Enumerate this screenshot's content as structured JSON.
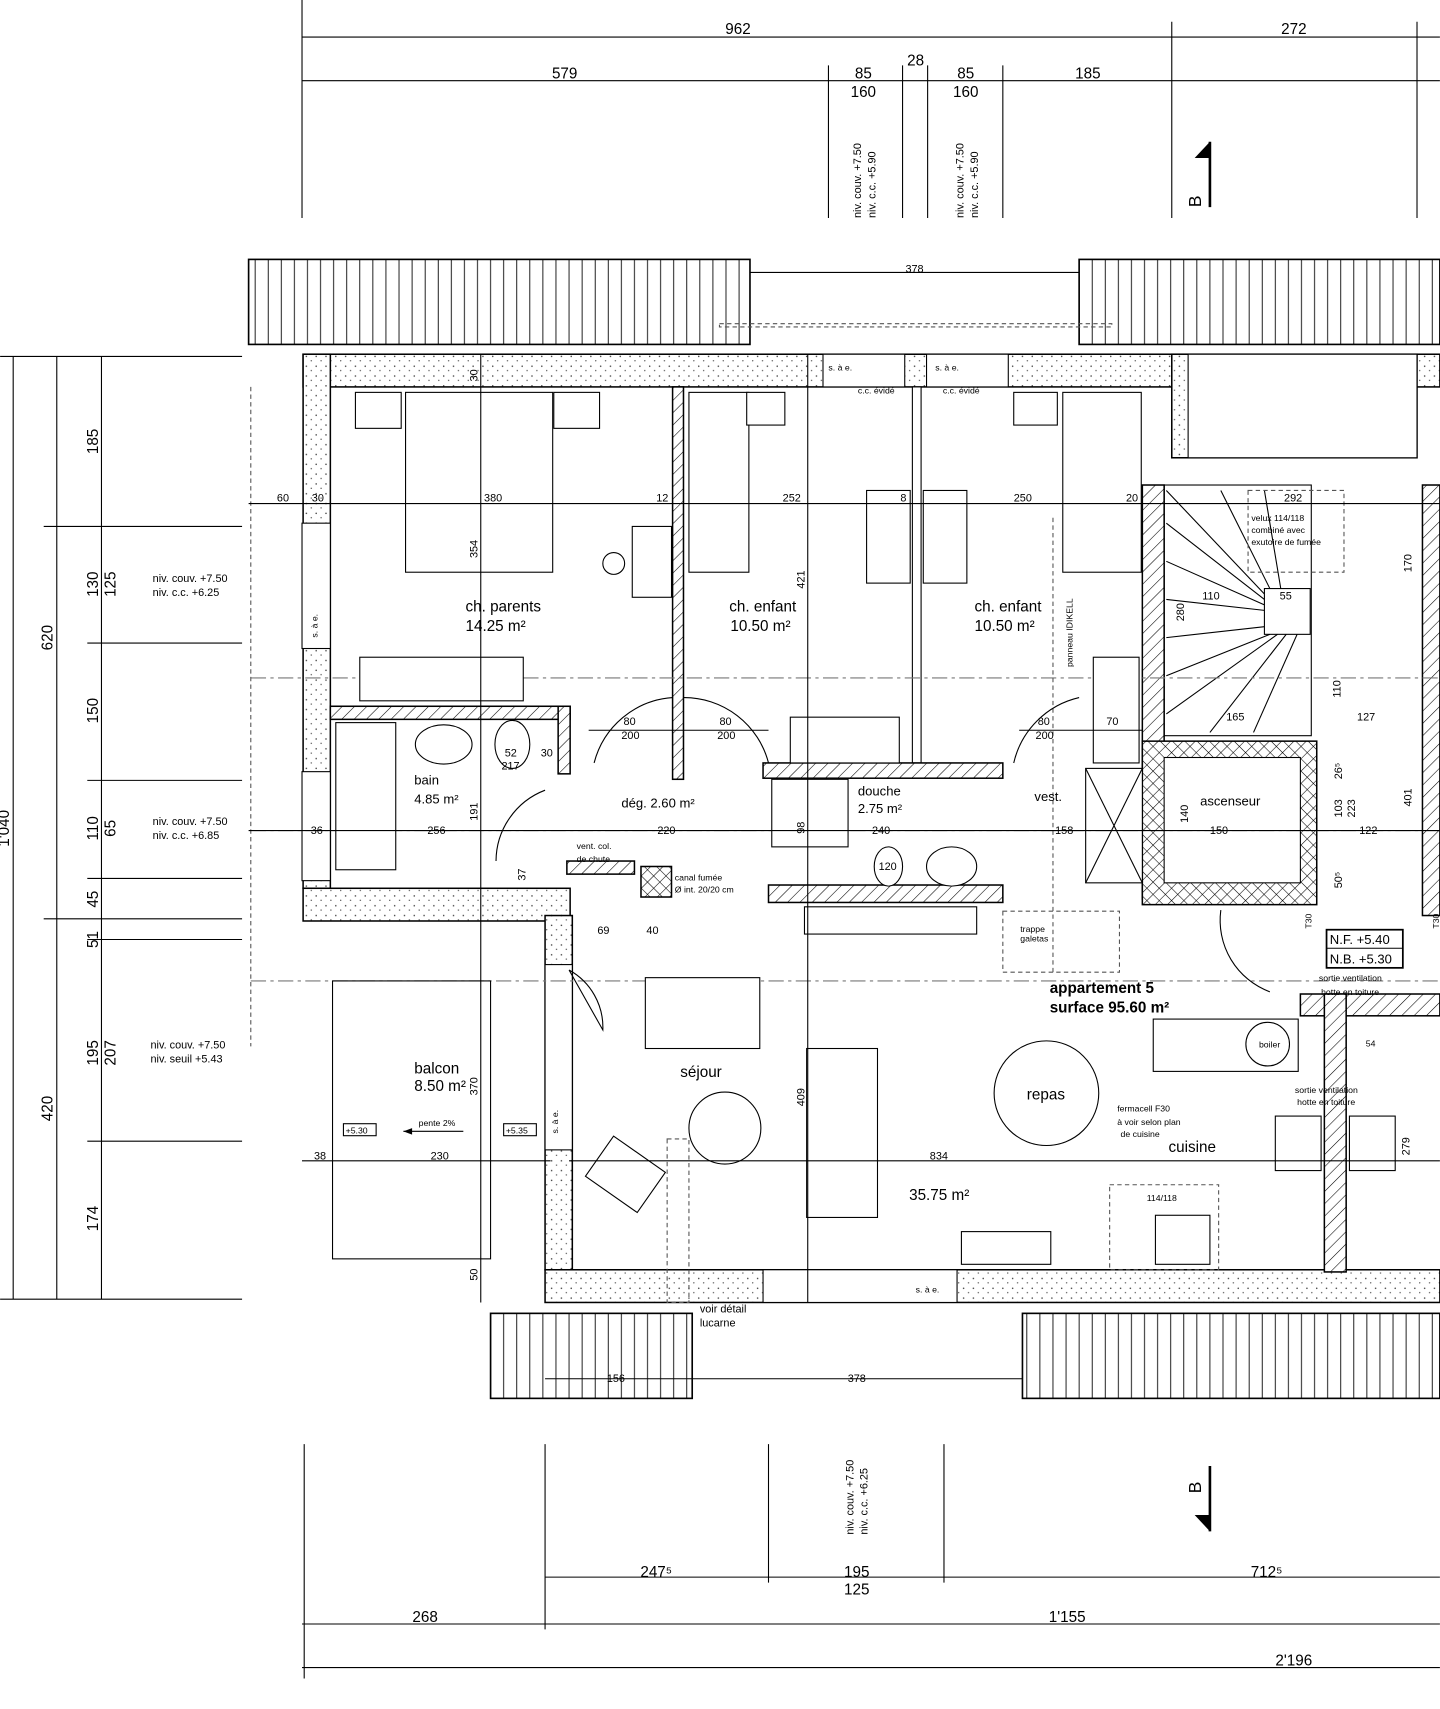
{
  "dims_top": {
    "total_a": "962",
    "total_b": "272",
    "a": "579",
    "b": "85",
    "c": "28",
    "d": "85",
    "e": "185",
    "f": "160",
    "g": "160"
  },
  "levels_top": [
    {
      "couv": "niv. couv. +7.50",
      "cc": "niv. c.c.    +5.90"
    },
    {
      "couv": "niv. couv. +7.50",
      "cc": "niv. c.c.    +5.90"
    }
  ],
  "section_marker": "B",
  "dims_left": {
    "total": "1'040",
    "a": "620",
    "b": "420",
    "c1": "185",
    "c2": "130",
    "c3": "125",
    "c4": "150",
    "c5": "110",
    "c6": "65",
    "c7": "45",
    "c8": "51",
    "c9": "195",
    "c10": "207",
    "c11": "174"
  },
  "levels_left": [
    {
      "couv": "niv. couv. +7.50",
      "cc": "niv. c.c.    +6.25"
    },
    {
      "couv": "niv. couv. +7.50",
      "cc": "niv. c.c.    +6.85"
    },
    {
      "couv": "niv. couv. +7.50",
      "cc": "niv. seuil    +5.43"
    }
  ],
  "rooms": [
    {
      "name": "ch. parents",
      "area": "14.25 m²"
    },
    {
      "name": "ch. enfant",
      "area": "10.50 m²"
    },
    {
      "name": "ch. enfant",
      "area": "10.50 m²"
    },
    {
      "name": "bain",
      "area": "4.85 m²"
    },
    {
      "name": "dég. 2.60 m²",
      "area": ""
    },
    {
      "name": "douche",
      "area": "2.75 m²"
    },
    {
      "name": "vest.",
      "area": ""
    },
    {
      "name": "ascenseur",
      "area": ""
    },
    {
      "name": "séjour",
      "area": "35.75 m²"
    },
    {
      "name": "repas",
      "area": ""
    },
    {
      "name": "cuisine",
      "area": ""
    },
    {
      "name": "balcon",
      "area": "8.50 m²"
    }
  ],
  "apartment": {
    "title": "appartement  5",
    "surface": "surface 95.60 m²"
  },
  "levels_box": {
    "nf": "N.F.  +5.40",
    "nb": "N.B.  +5.30"
  },
  "notes": {
    "sae": "s. à e.",
    "cc_evide": "c.c. évidé",
    "panneau": "panneau IDIKELL",
    "vent_col": "vent. col.",
    "de_chute": "de chute",
    "canal": "canal fumée",
    "canal_dim": "Ø int. 20/20 cm",
    "trappe": "trappe",
    "galetas": "galetas",
    "velux": "velux 114/118",
    "combine": "combiné avec",
    "exutoire": "exutoire de fumée",
    "sortie1": "sortie ventilation",
    "sortie2": "hotte en toiture",
    "sortie3": "sortie ventilation",
    "sortie4": "hotte en toiture",
    "fermacell": "fermacell F30",
    "voir_plan": "à voir selon plan",
    "de_cuisine": "de cuisine",
    "boiler": "boiler",
    "velux2": "114/118",
    "voir_detail": "voir détail",
    "lucarne": "lucarne",
    "pente": "pente 2%",
    "lvl1": "+5.30",
    "lvl2": "+5.35",
    "t30": "T30"
  },
  "dims_inner": {
    "d378t": "378",
    "d60": "60",
    "d30a": "30",
    "d380": "380",
    "d12": "12",
    "d252": "252",
    "d8": "8",
    "d250": "250",
    "d20": "20",
    "d354": "354",
    "d421": "421",
    "d30v": "30",
    "d80": "80",
    "d200": "200",
    "d52": "52",
    "d217": "217",
    "d30b": "30",
    "d256": "256",
    "d36": "36",
    "d220": "220",
    "d240": "240",
    "d158": "158",
    "d150": "150",
    "d122": "122",
    "d191": "191",
    "d37": "37",
    "d69": "69",
    "d40": "40",
    "d110": "110",
    "d55": "55",
    "d280": "280",
    "d165": "165",
    "d127": "127",
    "d170": "170",
    "d401": "401",
    "d140": "140",
    "d223": "223",
    "d103": "103",
    "d26": "26⁵",
    "d50": "50⁵",
    "d292": "292",
    "d70": "70",
    "d834": "834",
    "d409": "409",
    "d370": "370",
    "d230": "230",
    "d38": "38",
    "d50b": "50",
    "d156": "156",
    "d378b": "378",
    "d279": "279",
    "d54": "54",
    "d120": "120",
    "d98": "98"
  },
  "dims_bottom": {
    "a": "247⁵",
    "b": "195",
    "c": "125",
    "d": "712⁵",
    "e": "268",
    "f": "1'155",
    "g": "2'196"
  },
  "level_bottom": {
    "couv": "niv. couv. +7.50",
    "cc": "niv. c.c.    +6.25"
  }
}
